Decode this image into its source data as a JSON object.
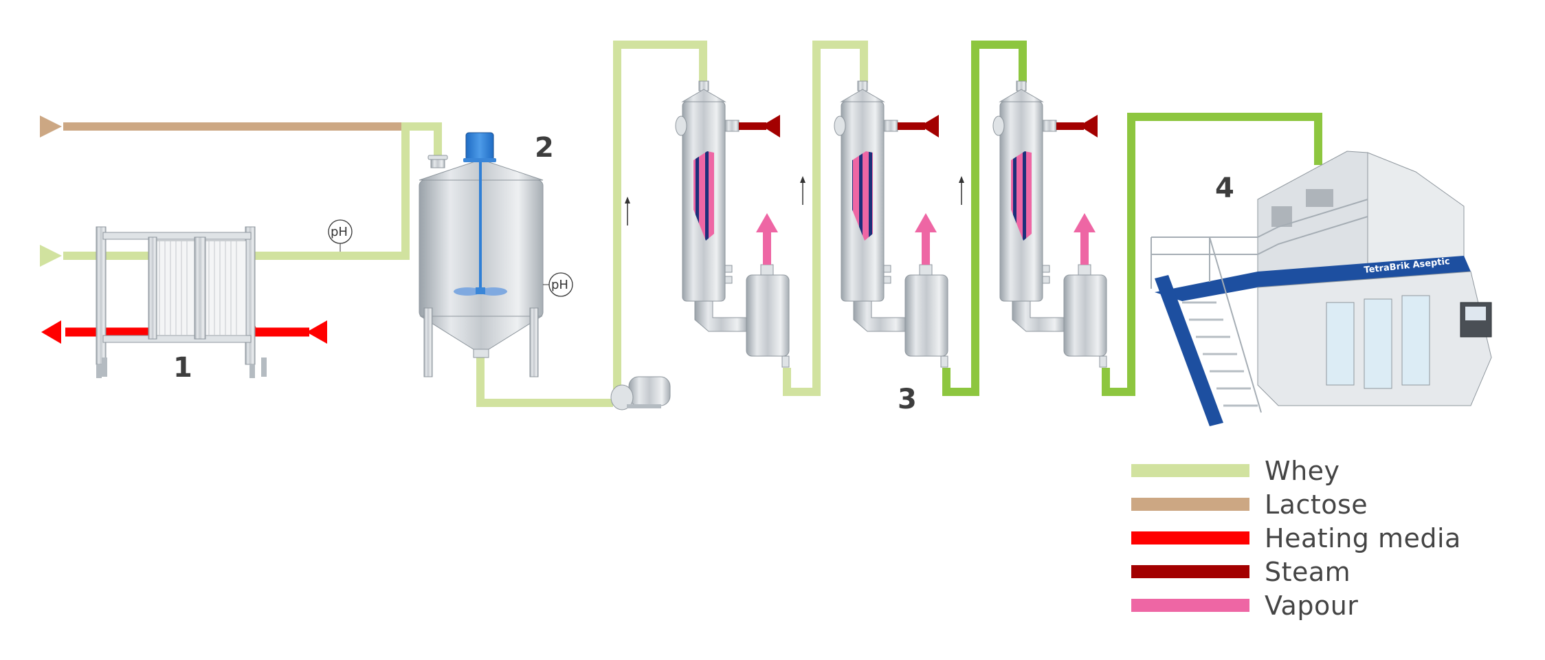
{
  "title": "Whey concentration process flow",
  "colors": {
    "whey": "#d1e29f",
    "whey_concentrate": "#8dc63f",
    "lactose": "#cca783",
    "heating_media": "#ff0000",
    "steam": "#a30000",
    "vapour": "#ee66a4",
    "steel": "#c9ced3",
    "steel_dark": "#8e969d",
    "agitator": "#2f7fd6",
    "machine_blue": "#1d4fa0",
    "label": "#3d3d3d"
  },
  "steps": [
    {
      "number": "1",
      "name": "Plate heat exchanger"
    },
    {
      "number": "2",
      "name": "Tank with agitator"
    },
    {
      "number": "3",
      "name": "Evaporators"
    },
    {
      "number": "4",
      "name": "Packaging machine"
    }
  ],
  "instruments": {
    "ph_label": "pH"
  },
  "machine": {
    "brand_label": "TetraBrik Aseptic"
  },
  "legend": {
    "items": [
      {
        "label": "Whey",
        "color": "#d1e29f"
      },
      {
        "label": "Lactose",
        "color": "#cca783"
      },
      {
        "label": "Heating media",
        "color": "#ff0000"
      },
      {
        "label": "Steam",
        "color": "#a30000"
      },
      {
        "label": "Vapour",
        "color": "#ee66a4"
      }
    ]
  }
}
